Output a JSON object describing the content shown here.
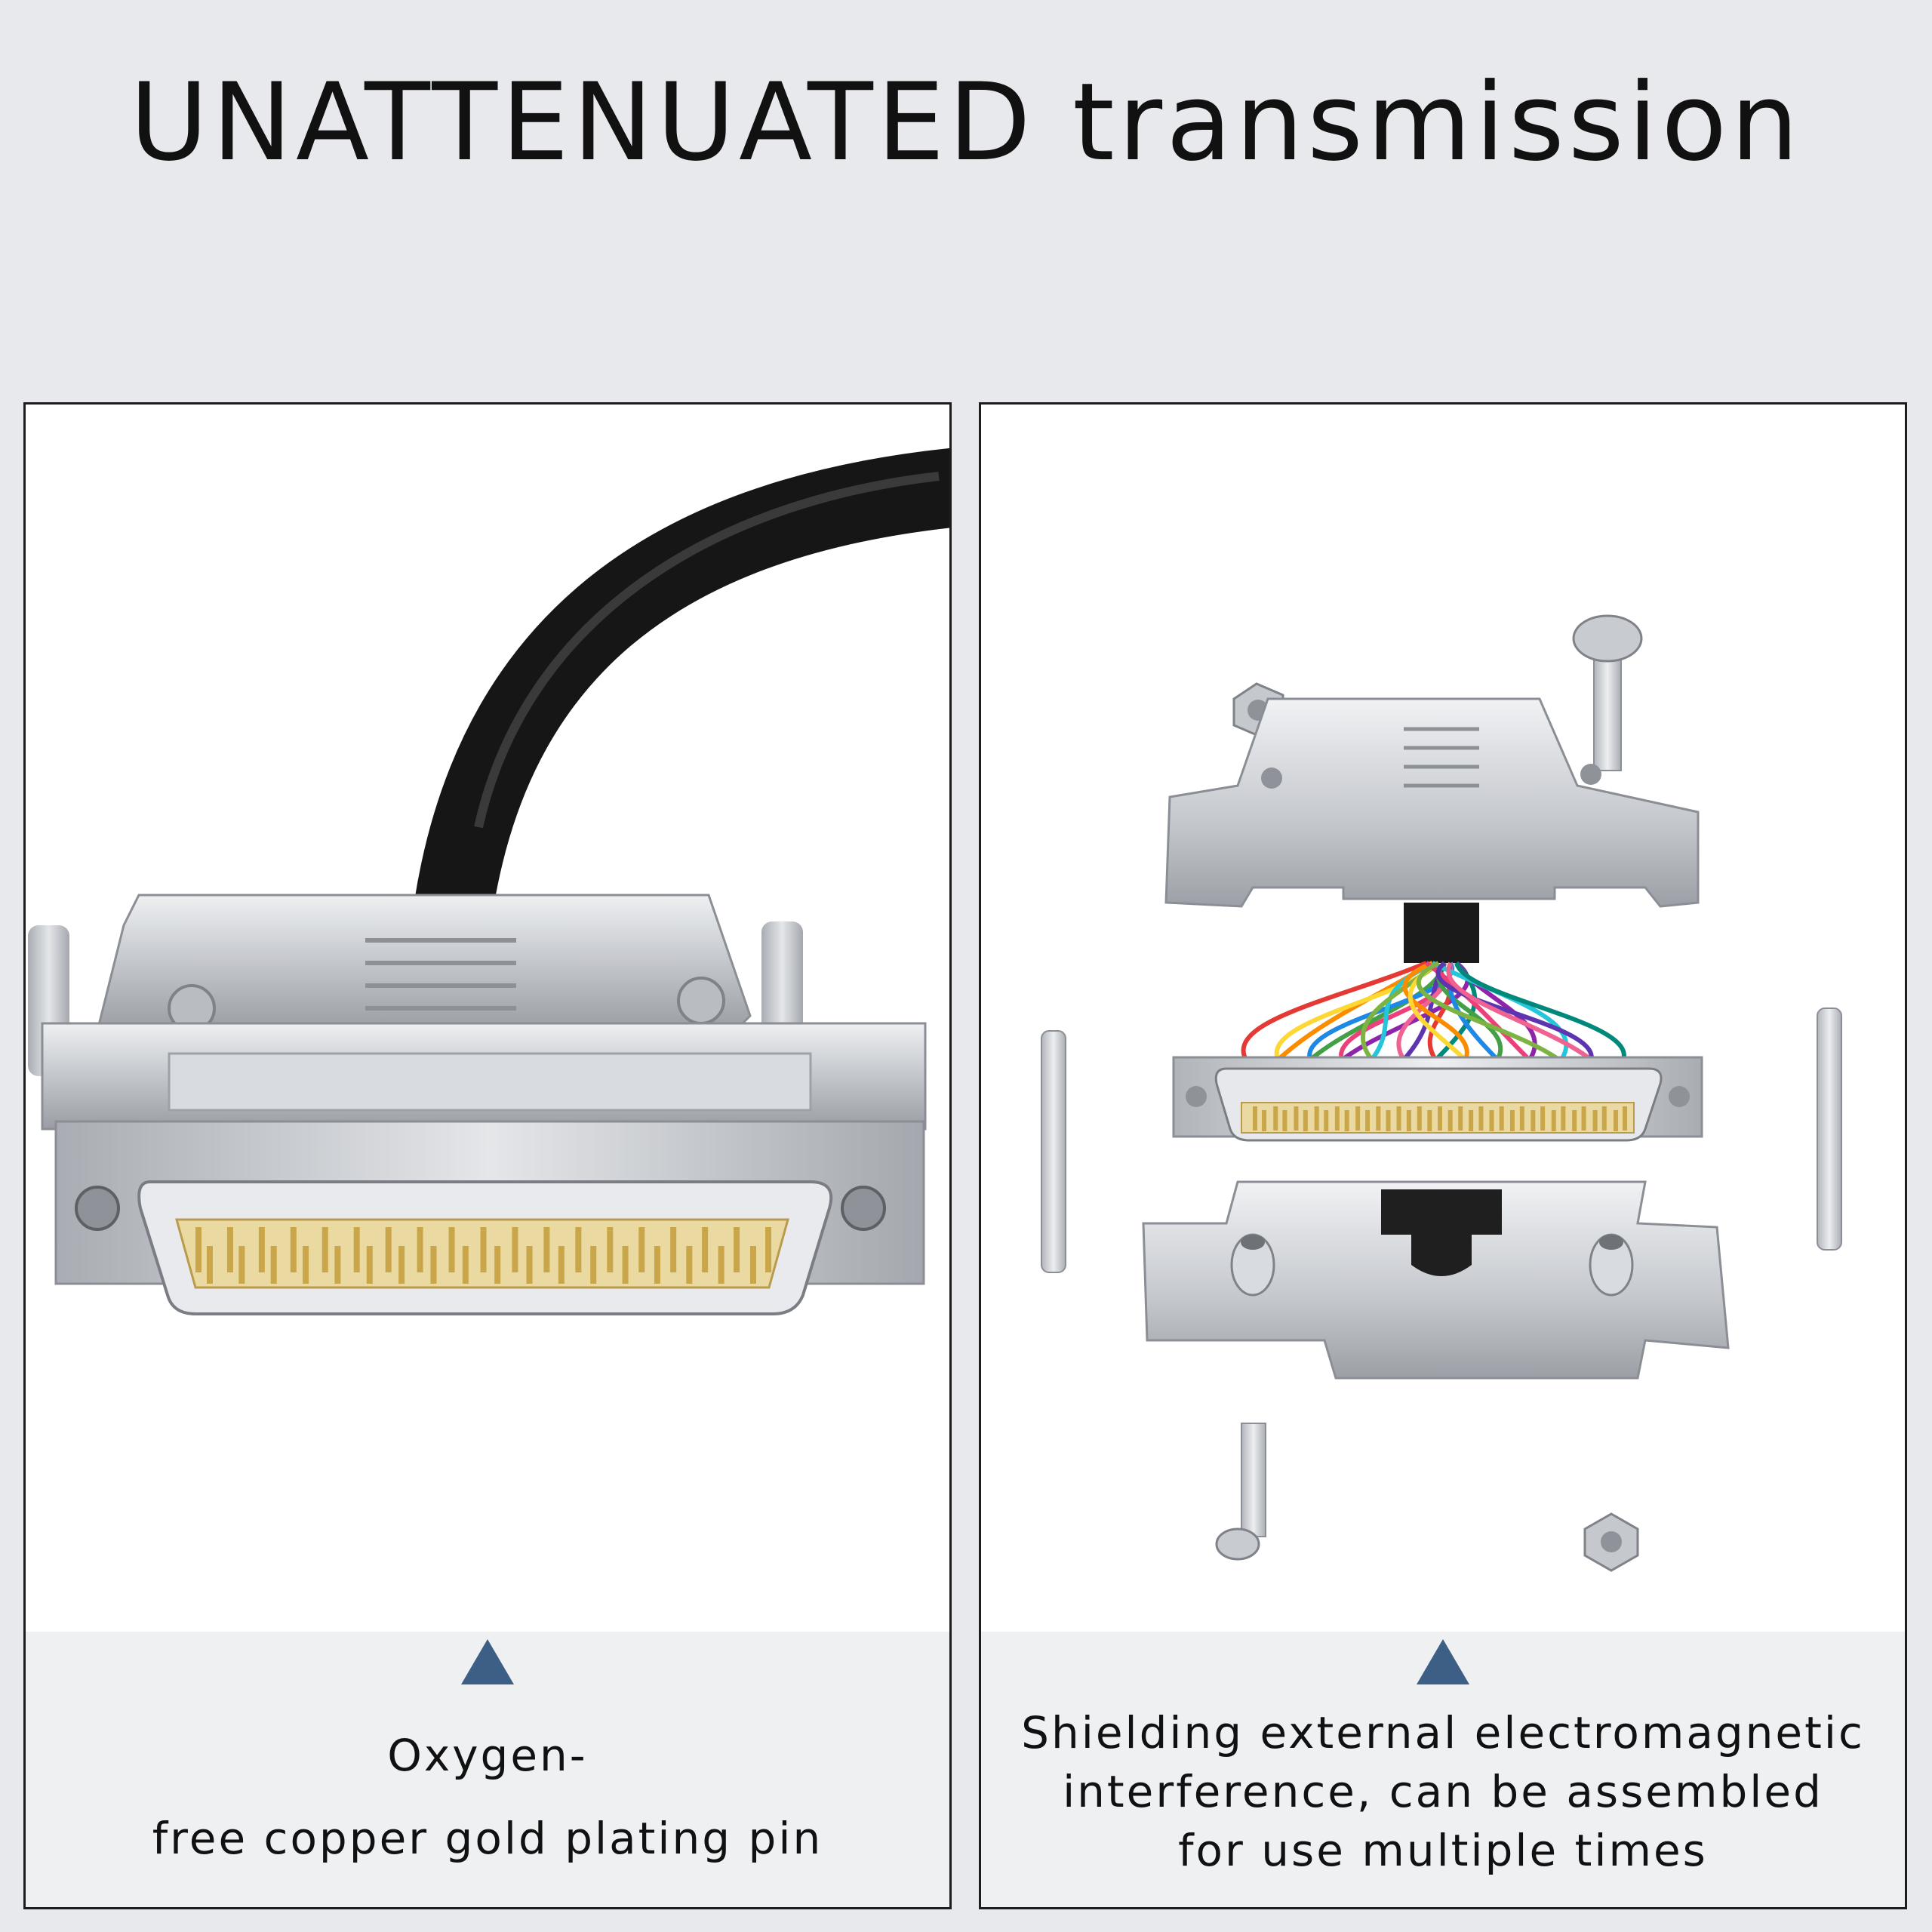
{
  "headline": "UNATTENUATED transmission",
  "left_panel": {
    "caption_line1": "Oxygen-",
    "caption_line2": "free copper gold plating pin"
  },
  "right_panel": {
    "caption_lines": [
      "Shielding external electromagnetic",
      "interference, can be assembled",
      "for use multiple times"
    ]
  },
  "colors": {
    "background": "#e7e9ed",
    "panel": "#ffffff",
    "caption_bg": "#eef0f2",
    "triangle": "#3e5f85",
    "metal": "#c9ccd0",
    "gold": "#d8b862",
    "cable": "#1a1a1a"
  }
}
